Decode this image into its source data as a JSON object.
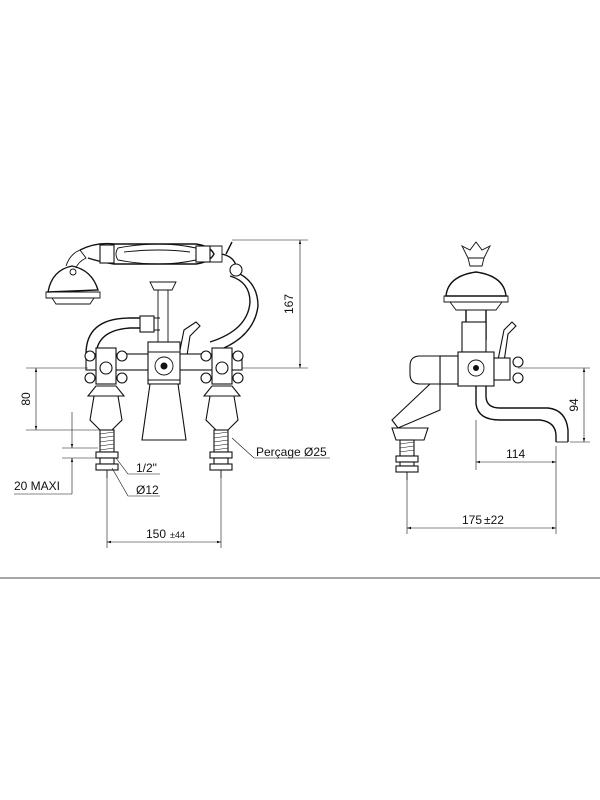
{
  "front_view": {
    "dim_height_handset": "167",
    "dim_height_body": "80",
    "dim_deck_thickness": "20 MAXI",
    "dim_thread": "1/2\"",
    "dim_tail_diameter": "Ø12",
    "dim_hole": "Perçage Ø25",
    "dim_centres": "150",
    "dim_centres_tol": "±44"
  },
  "side_view": {
    "dim_spout_height": "94",
    "dim_spout_reach": "114",
    "dim_overall_depth": "175",
    "dim_overall_tol": "±22"
  }
}
